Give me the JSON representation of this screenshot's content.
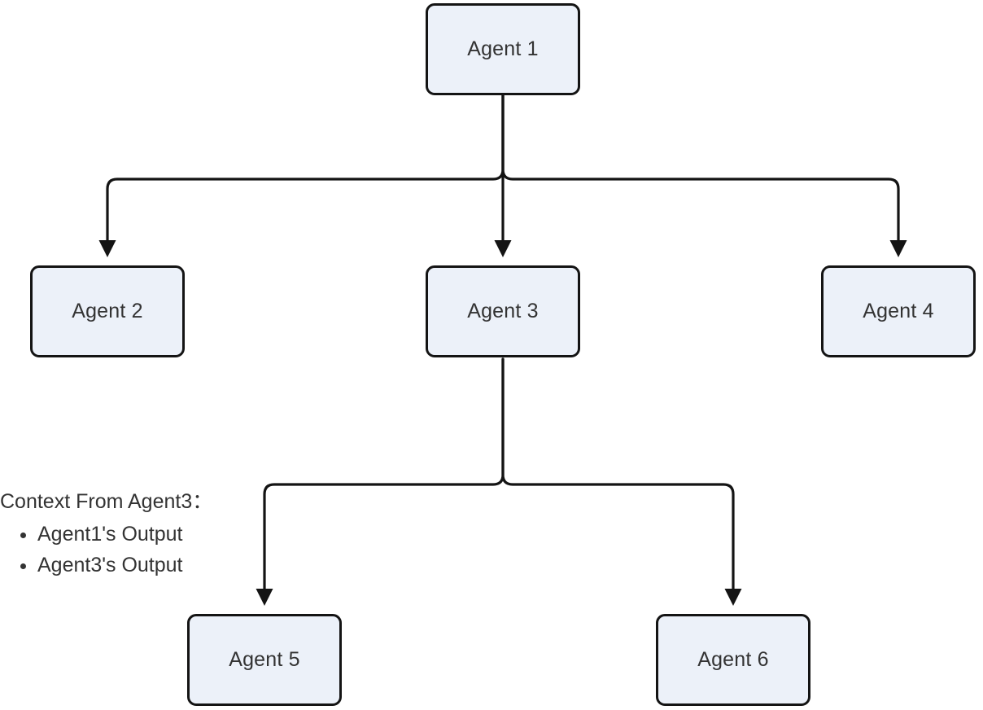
{
  "diagram": {
    "type": "flowchart",
    "nodes": [
      {
        "id": "agent1",
        "label": "Agent 1"
      },
      {
        "id": "agent2",
        "label": "Agent 2"
      },
      {
        "id": "agent3",
        "label": "Agent 3"
      },
      {
        "id": "agent4",
        "label": "Agent 4"
      },
      {
        "id": "agent5",
        "label": "Agent 5"
      },
      {
        "id": "agent6",
        "label": "Agent 6"
      }
    ],
    "edges": [
      {
        "from": "Agent 1",
        "to": "Agent 2"
      },
      {
        "from": "Agent 1",
        "to": "Agent 3"
      },
      {
        "from": "Agent 1",
        "to": "Agent 4"
      },
      {
        "from": "Agent 3",
        "to": "Agent 5"
      },
      {
        "from": "Agent 3",
        "to": "Agent 6"
      }
    ],
    "annotation": {
      "title": "Context From Agent3：",
      "bullets": [
        "Agent1's Output",
        "Agent3's Output"
      ]
    },
    "colors": {
      "node_fill": "#ECF1F9",
      "node_border": "#141414",
      "edge_line": "#141414",
      "arrowhead": "#141414",
      "text": "#333333",
      "background": "#FFFFFF"
    }
  }
}
